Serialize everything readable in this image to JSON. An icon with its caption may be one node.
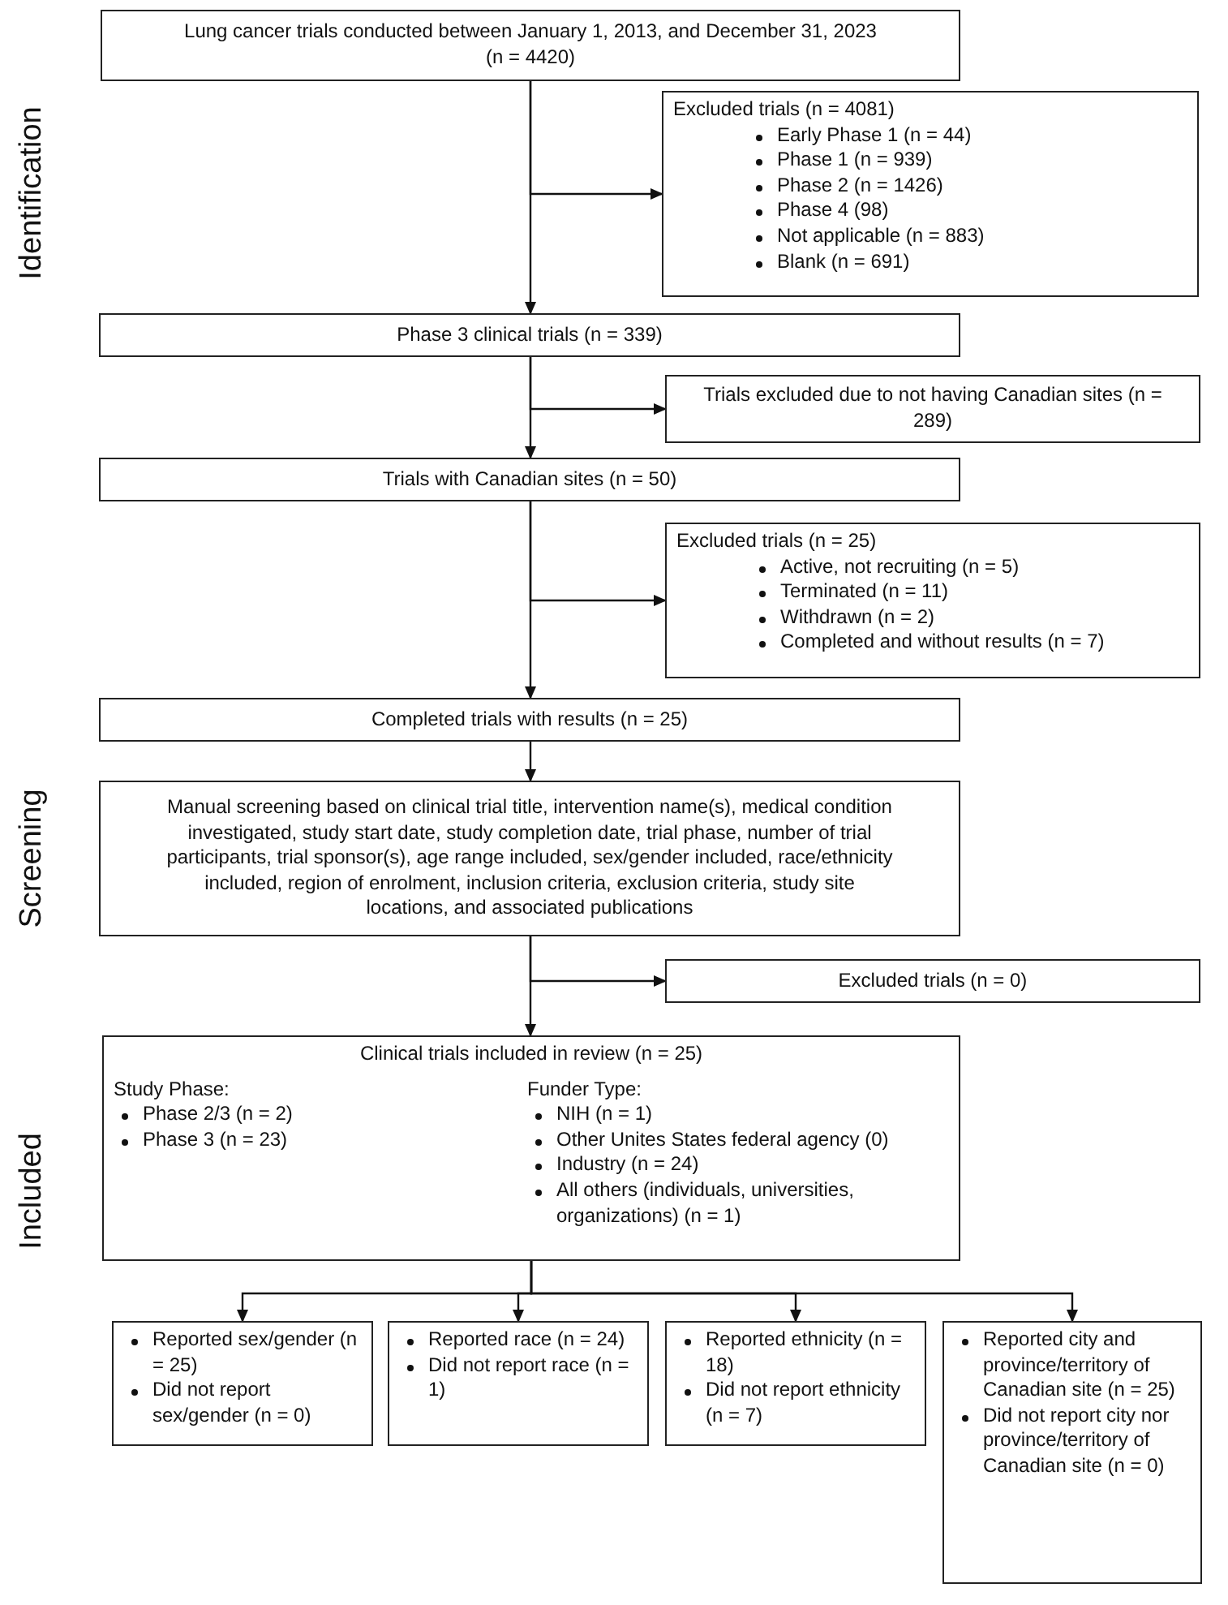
{
  "diagram": {
    "nodes": [
      {
        "text": [
          "Lung cancer trials conducted between January 1, 2013, and December 31, 2023 (n = 4420)"
        ]
      },
      {
        "text": [
          "Excluded trials (n = 4081)",
          "Early Phase 1 (n = 44)",
          "Phase 1 (n = 939)",
          "Phase 2 (n = 1426)",
          "Phase 4 (98)",
          "Not applicable (n = 883)",
          "Blank (n = 691)"
        ]
      },
      {
        "text": [
          "Phase 3 clinical trials (n = 339)"
        ]
      },
      {
        "text": [
          "Trials excluded due to not having Canadian sites (n = 289)"
        ]
      },
      {
        "text": [
          "Trials with Canadian sites (n = 50)"
        ]
      },
      {
        "text": [
          "Excluded trials (n = 25)",
          "Active, not recruiting (n = 5)",
          "Terminated (n = 11)",
          "Withdrawn (n = 2)",
          "Completed and without results (n = 7)"
        ]
      },
      {
        "text": [
          "Completed trials with results (n = 25)"
        ]
      },
      {
        "text": [
          "Manual screening based on clinical trial title, intervention name(s), medical condition investigated, study start date, study completion date, trial phase, number of trial participants, trial sponsor(s), age range included, sex/gender included, race/ethnicity included, region of enrolment, inclusion criteria, exclusion criteria, study site locations, and associated publications"
        ]
      },
      {
        "text": [
          "Excluded trials (n = 0)"
        ]
      },
      {
        "text": [
          "Clinical trials included in review (n = 25)",
          "Study Phase:",
          "Phase 2/3 (n = 2)",
          "Phase 3 (n = 23)",
          "Funder Type:",
          "NIH (n = 1)",
          "Other Unites States federal agency (0)",
          "Industry (n = 24)",
          "All others (individuals, universities, organizations) (n = 1)"
        ]
      },
      {
        "text": [
          "Reported sex/gender (n = 25)",
          "Did not report sex/gender (n = 0)"
        ]
      },
      {
        "text": [
          "Reported race (n = 24)",
          "Did not report race (n = 1)"
        ]
      },
      {
        "text": [
          "Reported ethnicity (n = 18)",
          "Did not report ethnicity (n = 7)"
        ]
      },
      {
        "text": [
          "Reported city and province/territory of Canadian site (n = 25)",
          "Did not report city nor province/territory of Canadian site (n = 0)"
        ]
      }
    ],
    "edges": [
      {
        "from": 0,
        "to": 1,
        "arrow": "to"
      },
      {
        "from": 0,
        "to": 2,
        "arrow": "to"
      },
      {
        "from": 2,
        "to": 3,
        "arrow": "to"
      },
      {
        "from": 2,
        "to": 4,
        "arrow": "to"
      },
      {
        "from": 4,
        "to": 5,
        "arrow": "to"
      },
      {
        "from": 4,
        "to": 6,
        "arrow": "to"
      },
      {
        "from": 6,
        "to": 7,
        "arrow": "to"
      },
      {
        "from": 7,
        "to": 8,
        "arrow": "to"
      },
      {
        "from": 7,
        "to": 9,
        "arrow": "to"
      },
      {
        "from": 9,
        "to": 10,
        "arrow": "to"
      },
      {
        "from": 9,
        "to": 11,
        "arrow": "to"
      },
      {
        "from": 9,
        "to": 12,
        "arrow": "to"
      },
      {
        "from": 9,
        "to": 13,
        "arrow": "to"
      }
    ],
    "labels": [
      "Identification",
      "Screening",
      "Included"
    ]
  }
}
